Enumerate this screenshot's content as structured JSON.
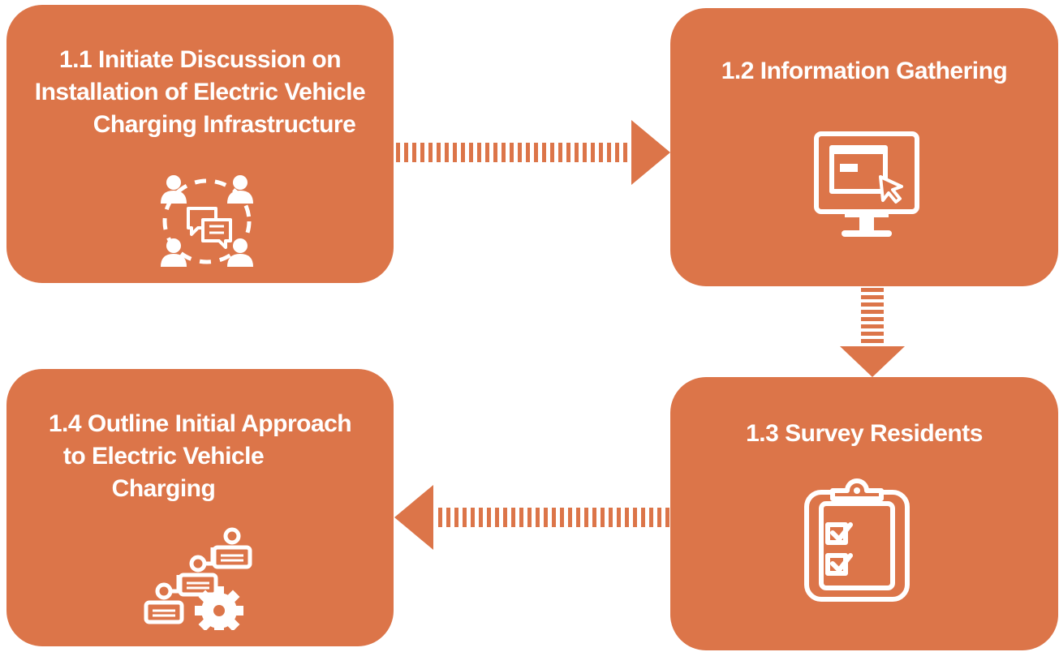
{
  "colors": {
    "box_fill": "#dc7549",
    "icon_stroke": "#ffffff",
    "page_bg": "#ffffff"
  },
  "steps": [
    {
      "title_lines": [
        "1.1 Initiate Discussion on",
        "Installation of Electric Vehicle",
        "Charging Infrastructure"
      ],
      "icon": "group-discussion-icon"
    },
    {
      "title_lines": [
        "1.2 Information Gathering"
      ],
      "icon": "computer-monitor-icon"
    },
    {
      "title_lines": [
        "1.3 Survey Residents"
      ],
      "icon": "clipboard-checklist-icon"
    },
    {
      "title_lines": [
        "1.4 Outline Initial Approach",
        "to Electric Vehicle",
        "Charging"
      ],
      "icon": "flowchart-gear-icon"
    }
  ],
  "flow": [
    {
      "from": "1.1",
      "to": "1.2",
      "direction": "right"
    },
    {
      "from": "1.2",
      "to": "1.3",
      "direction": "down"
    },
    {
      "from": "1.3",
      "to": "1.4",
      "direction": "left"
    }
  ]
}
